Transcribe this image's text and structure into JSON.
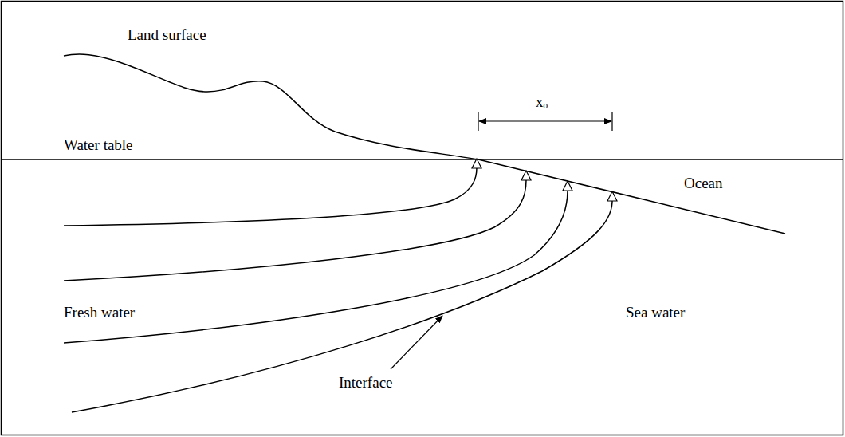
{
  "diagram": {
    "labels": [
      "Land surface",
      "xₒ",
      "Water table",
      "Ocean",
      "Fresh water",
      "Sea water",
      "Interface"
    ]
  }
}
